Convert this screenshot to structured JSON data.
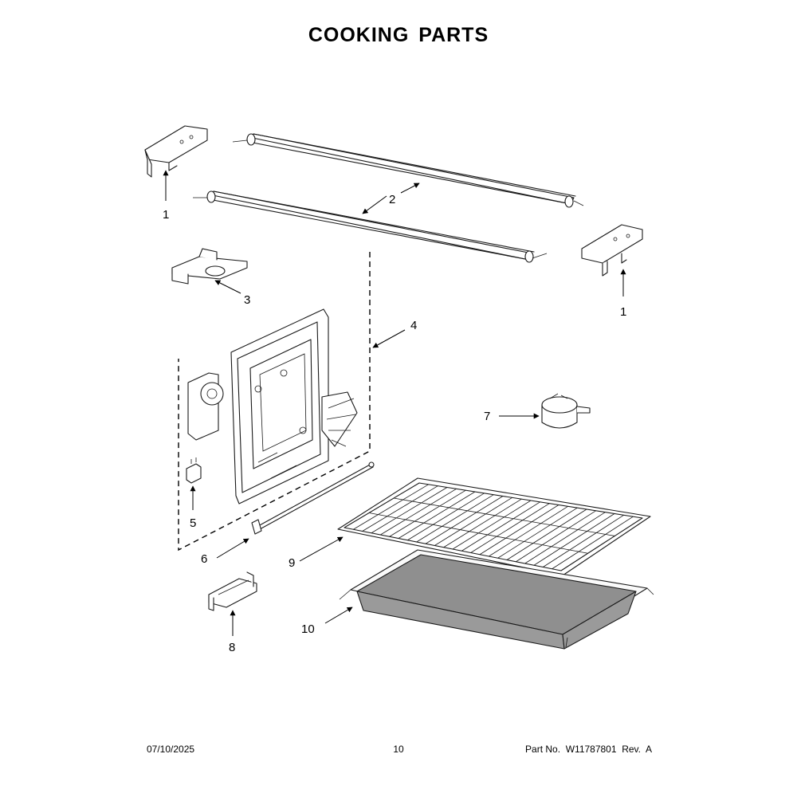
{
  "title": "COOKING PARTS",
  "callouts": {
    "c1a": "1",
    "c1b": "1",
    "c2": "2",
    "c3": "3",
    "c4": "4",
    "c5": "5",
    "c6": "6",
    "c7": "7",
    "c8": "8",
    "c9": "9",
    "c10": "10"
  },
  "footer": {
    "date": "07/10/2025",
    "page": "10",
    "part_label": "Part No.",
    "part_number": "W11787801",
    "rev": "Rev.  A"
  }
}
